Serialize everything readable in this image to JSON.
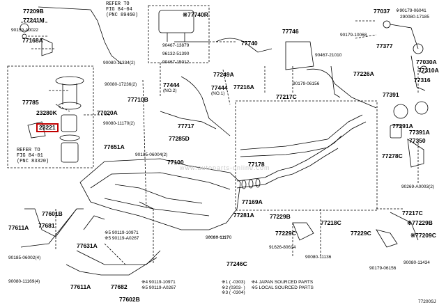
{
  "diagram_id": "77200SJ",
  "watermark": "www.autoparts-online.com",
  "highlight_part": "23221",
  "refs": {
    "ref_84_04": {
      "line1": "REFER TO",
      "line2": "FIG 84-04",
      "line3": "(PNC 89460)"
    },
    "ref_84_01": {
      "line1": "REFER TO",
      "line2": "FIG 84-01",
      "line3": "(PNC 83320)"
    }
  },
  "legend": {
    "row1": {
      "a": "※1",
      "a_text": "( -0303)",
      "b": "※4",
      "b_text": "JAPAN SOURCED PARTS"
    },
    "row2": {
      "a": "※2",
      "a_text": "(0303- )",
      "b": "※5",
      "b_text": "LOCAL SOURCED PARTS"
    },
    "row3": {
      "a": "※3",
      "a_text": "( -0304)"
    }
  },
  "labels": {
    "p77209B": "77209B",
    "p77241M": "77241M",
    "p90159A": "90159-A0022",
    "p77168A": "77168A",
    "p90080_11334": "90080-11334(2)",
    "p77785": "77785",
    "p23280K": "23280K",
    "p77020A": "77020A",
    "p23221": "23221",
    "p77740R": "※77740R",
    "p77740": "77740",
    "p90467_13879": "90467-13879",
    "p96132_51390": "96132-51390",
    "p90467_15012": "90467-15012",
    "p77249A": "77249A",
    "p77746": "77746",
    "p90467_21010": "90467-21010",
    "p77226A": "77226A",
    "p90179_06156a": "90179-06156",
    "p77216A": "77216A",
    "p77217C_top": "77217C",
    "p90080_17236": "90080-17236(2)",
    "p77444_2": "77444",
    "p77444_2n": "(NO.2)",
    "p77444_1": "77444",
    "p77444_1n": "(NO.1)",
    "p77710B": "77710B",
    "p90080_11170a": "90080-11170(2)",
    "p77717": "77717",
    "p77285D": "77285D",
    "p77651A": "77651A",
    "p90185_06004": "90185-06004(2)",
    "p77100": "77100",
    "p77037": "77037",
    "p90179_06041": "※90179-06041",
    "p29080_17185": "290080-17185",
    "p90179_10068": "90179-10068",
    "p77377": "77377",
    "p77030A": "77030A",
    "p77310A": "77310A",
    "p77316": "77316",
    "p77391": "77391",
    "p77291A": "77291A",
    "p77391A": "77391A",
    "p77350": "77350",
    "p77278C": "77278C",
    "p90269_A0003": "90269-A0003(2)",
    "p77178": "77178",
    "p77169A": "77169A",
    "p77281A": "77281A",
    "p77217C": "77217C",
    "p77229B_r": "※77229B",
    "p77209C": "※77209C",
    "p77229B": "77229B",
    "p77218C": "77218C",
    "p77229C_l": "77229C",
    "p77229C": "77229C",
    "p91626_80614": "91626-80614",
    "p90080_11136": "90080-11136",
    "p90080_11434": "90080-11434",
    "p90179_06156b": "90179-06156",
    "p77601B": "77601B",
    "p77611A": "77611A",
    "p77681": "77681",
    "p90119_10971a": "※5 90119-10971",
    "p90119_A0267a": "※5 90119-A0267",
    "p77631A": "77631A",
    "p90185_06002": "90185-06002(4)",
    "p90080_11170b": "90080-11170",
    "p90080_11169": "90080-11169(4)",
    "p77611A_b": "77611A",
    "p77682": "77682",
    "p90119_10971b": "※4 90119-10971",
    "p90119_A0267b": "※5 90119-A0267",
    "p77602B": "77602B",
    "p77246C": "77246C"
  }
}
